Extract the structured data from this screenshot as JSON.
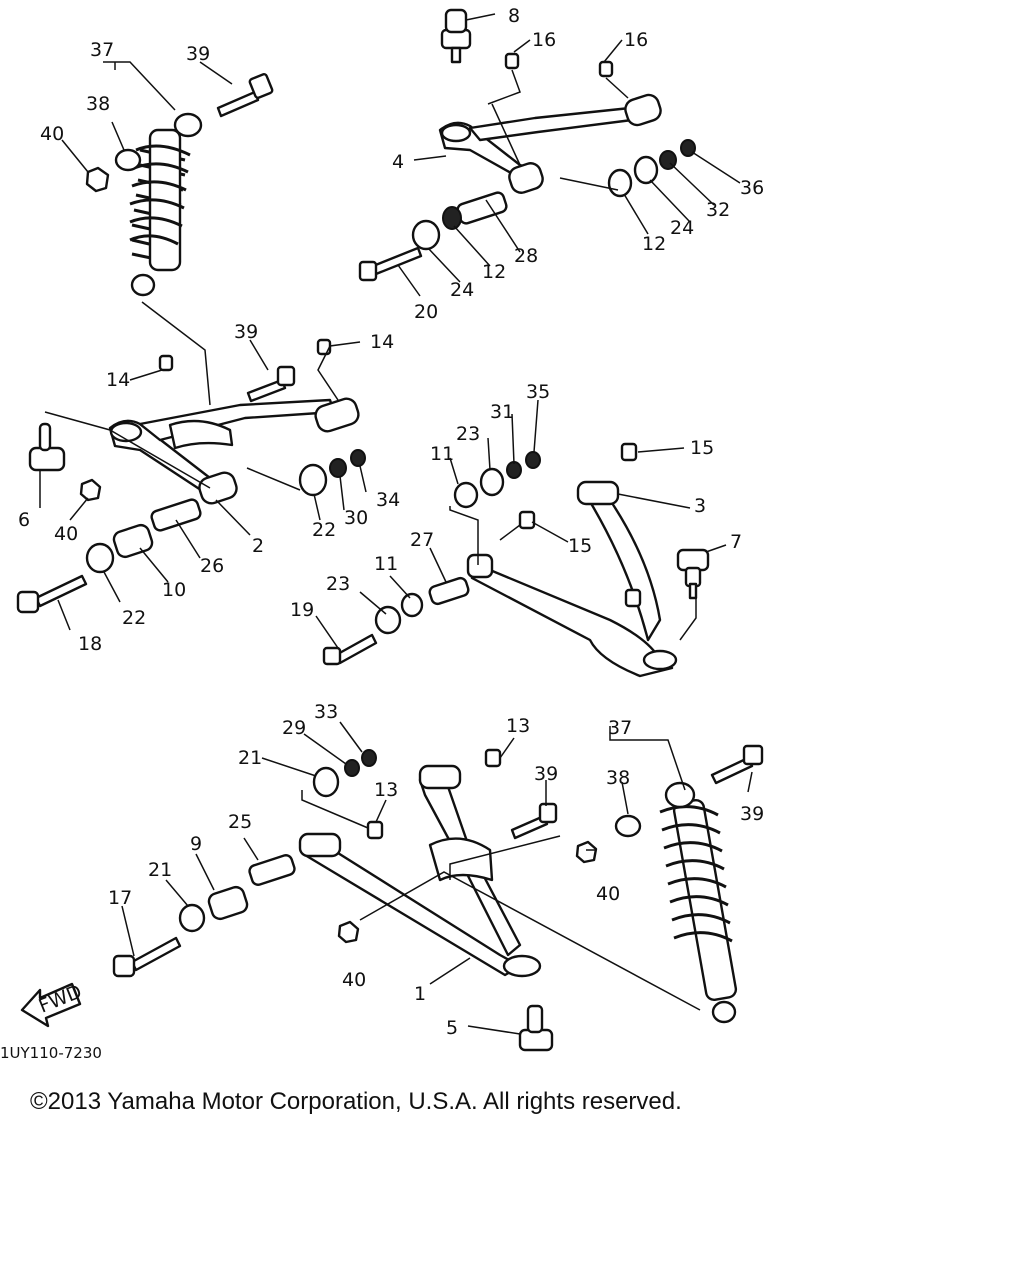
{
  "diagram_code": "1UY110-7230",
  "fwd_label": "FWD",
  "copyright": "©2013 Yamaha Motor Corporation, U.S.A. All rights reserved.",
  "labels": {
    "n1": "1",
    "n2": "2",
    "n3": "3",
    "n4": "4",
    "n5": "5",
    "n6": "6",
    "n7": "7",
    "n8": "8",
    "n9": "9",
    "n10": "10",
    "n11a": "11",
    "n11b": "11",
    "n12a": "12",
    "n12b": "12",
    "n13a": "13",
    "n13b": "13",
    "n14a": "14",
    "n14b": "14",
    "n15a": "15",
    "n15b": "15",
    "n16a": "16",
    "n16b": "16",
    "n17": "17",
    "n18": "18",
    "n19": "19",
    "n20": "20",
    "n21a": "21",
    "n21b": "21",
    "n22a": "22",
    "n22b": "22",
    "n23a": "23",
    "n23b": "23",
    "n24a": "24",
    "n24b": "24",
    "n25": "25",
    "n26": "26",
    "n27": "27",
    "n28": "28",
    "n29": "29",
    "n30": "30",
    "n31": "31",
    "n32": "32",
    "n33": "33",
    "n34": "34",
    "n35": "35",
    "n36": "36",
    "n37a": "37",
    "n37b": "37",
    "n38a": "38",
    "n38b": "38",
    "n39a": "39",
    "n39b": "39",
    "n39c": "39",
    "n40a": "40",
    "n40b": "40",
    "n40c": "40",
    "n40d": "40"
  }
}
